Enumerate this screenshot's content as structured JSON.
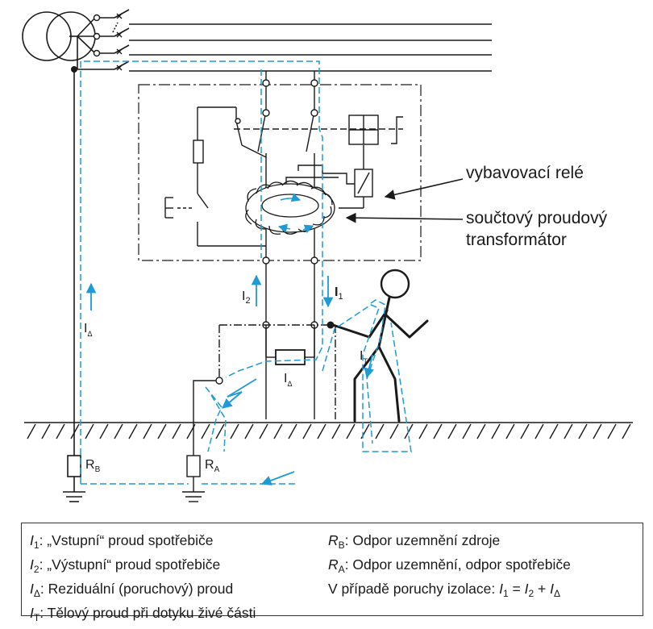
{
  "callouts": {
    "relay": "vybavovací relé",
    "transformer_line1": "součtový proudový",
    "transformer_line2": "transformátor"
  },
  "current_labels": {
    "i_main": "I",
    "i_main_sub": "1",
    "i_two": "I",
    "i_two_sub": "2",
    "i_delta_left": "I",
    "i_delta_left_sub": "Δ",
    "i_delta_mid": "I",
    "i_delta_mid_sub": "Δ",
    "i_touch": "I",
    "i_touch_sub": "T"
  },
  "resistors": {
    "rb": "R",
    "rb_sub": "B",
    "ra": "R",
    "ra_sub": "A"
  },
  "legend": {
    "left": [
      {
        "sym": "I",
        "sub": "1",
        "text": ": „Vstupní“ proud spotřebiče"
      },
      {
        "sym": "I",
        "sub": "2",
        "text": ": „Výstupní“ proud spotřebiče"
      },
      {
        "sym": "I",
        "sub": "Δ",
        "text": ": Reziduální (poruchový) proud"
      },
      {
        "sym": "I",
        "sub": "T",
        "text": ": Tělový proud při dotyku živé části"
      }
    ],
    "right": [
      {
        "sym": "R",
        "sub": "B",
        "text": ": Odpor uzemnění zdroje"
      },
      {
        "sym": "R",
        "sub": "A",
        "text": ": Odpor uzemnění, odpor spotřebiče"
      }
    ],
    "formula_prefix": "V případě poruchy izolace: ",
    "f_i1": "I",
    "f_i1_sub": "1",
    "f_eq": " = ",
    "f_i2": "I",
    "f_i2_sub": "2",
    "f_plus": " + ",
    "f_id": "I",
    "f_id_sub": "Δ"
  },
  "colors": {
    "line": "#1a1a1a",
    "current": "#1e9ad6"
  }
}
